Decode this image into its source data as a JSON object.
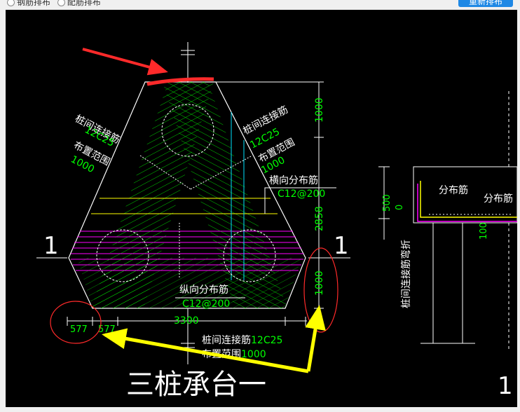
{
  "toolbar": {
    "option_a_label": "钢筋排布",
    "option_b_label": "配筋排布",
    "action_button_label": "重新排布"
  },
  "drawing": {
    "section_mark_left": "1",
    "section_mark_right": "1",
    "section_mark_far_right": "1",
    "left_rebar_label": "桩间连接筋",
    "left_rebar_spec": "12C25",
    "left_range_label": "布置范围",
    "left_range_value": "1000",
    "right_rebar_label": "桩间连接筋",
    "right_rebar_spec": "12C25",
    "right_range_label": "布置范围",
    "right_range_value": "1000",
    "transverse_label": "横向分布筋",
    "transverse_spec": "C12@200",
    "longitudinal_label": "纵向分布筋",
    "longitudinal_spec": "C12@200",
    "bottom_rebar_label": "桩间连接筋",
    "bottom_rebar_spec": "12C25",
    "bottom_range_label": "布置范围",
    "bottom_range_value": "1000",
    "dim_top": "1000",
    "dim_mid": "2858",
    "dim_low": "1000",
    "dim_width": "3300",
    "dim_left_a": "577",
    "dim_left_b": "577",
    "title": "三桩承台一",
    "section_dist_label": "分布筋",
    "section_dist_label_2": "分布筋",
    "section_dim_500": "500",
    "section_dim_0": "0",
    "section_dim_100": "100",
    "section_vertical_label": "桩间连接筋弯折"
  },
  "colors": {
    "background": "#000000",
    "outline": "#ffffff",
    "rebar_green": "#00ff00",
    "magenta": "#ff00ff",
    "yellow": "#ffff00",
    "cyan": "#00e5ff",
    "annotation_red": "#ff2a2a",
    "annotation_yellow": "#ffff00"
  }
}
